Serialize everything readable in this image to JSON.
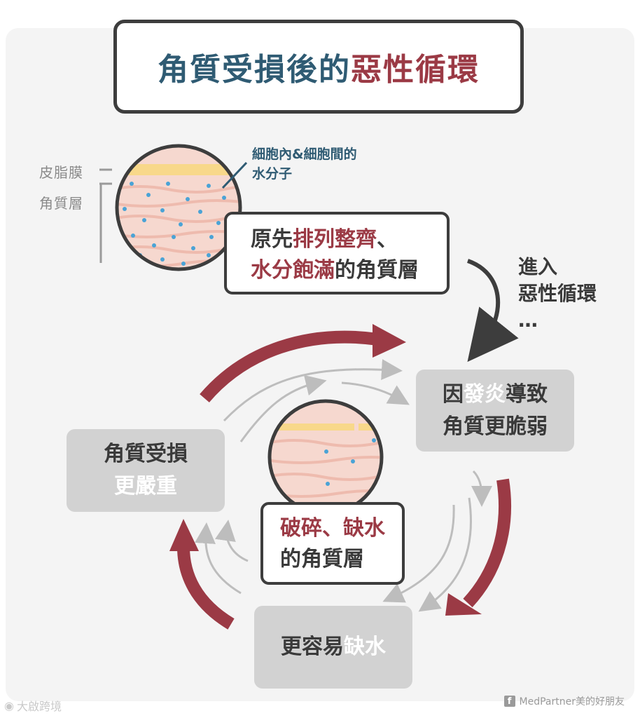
{
  "title": {
    "part1": "角質受損後的",
    "part2": "惡性循環"
  },
  "layers": {
    "sebum": "皮脂膜",
    "stratum": "角質層"
  },
  "annotation": {
    "line1": "細胞內&細胞間的",
    "line2": "水分子"
  },
  "healthy_box": {
    "line1_a": "原先",
    "line1_b": "排列整齊",
    "line1_c": "、",
    "line2_a": "水分飽滿",
    "line2_b": "的角質層"
  },
  "side_note": {
    "line1": "進入",
    "line2": "惡性循環",
    "line3": "…"
  },
  "cycle": {
    "inflammation": {
      "a": "因",
      "b": "發炎",
      "c": "導致",
      "line2": "角質更脆弱"
    },
    "dehydration": {
      "a": "更容易",
      "b": "缺水"
    },
    "damage": {
      "line1": "角質受損",
      "line2": "更嚴重"
    },
    "center": {
      "line1_a": "破碎、缺水",
      "line2": "的角質層"
    }
  },
  "credit": "MedPartner美的好朋友",
  "watermark": "大啟跨境",
  "colors": {
    "accent_red": "#9b3a45",
    "accent_blue": "#2f5b73",
    "dot_blue": "#4aa3d6"
  }
}
